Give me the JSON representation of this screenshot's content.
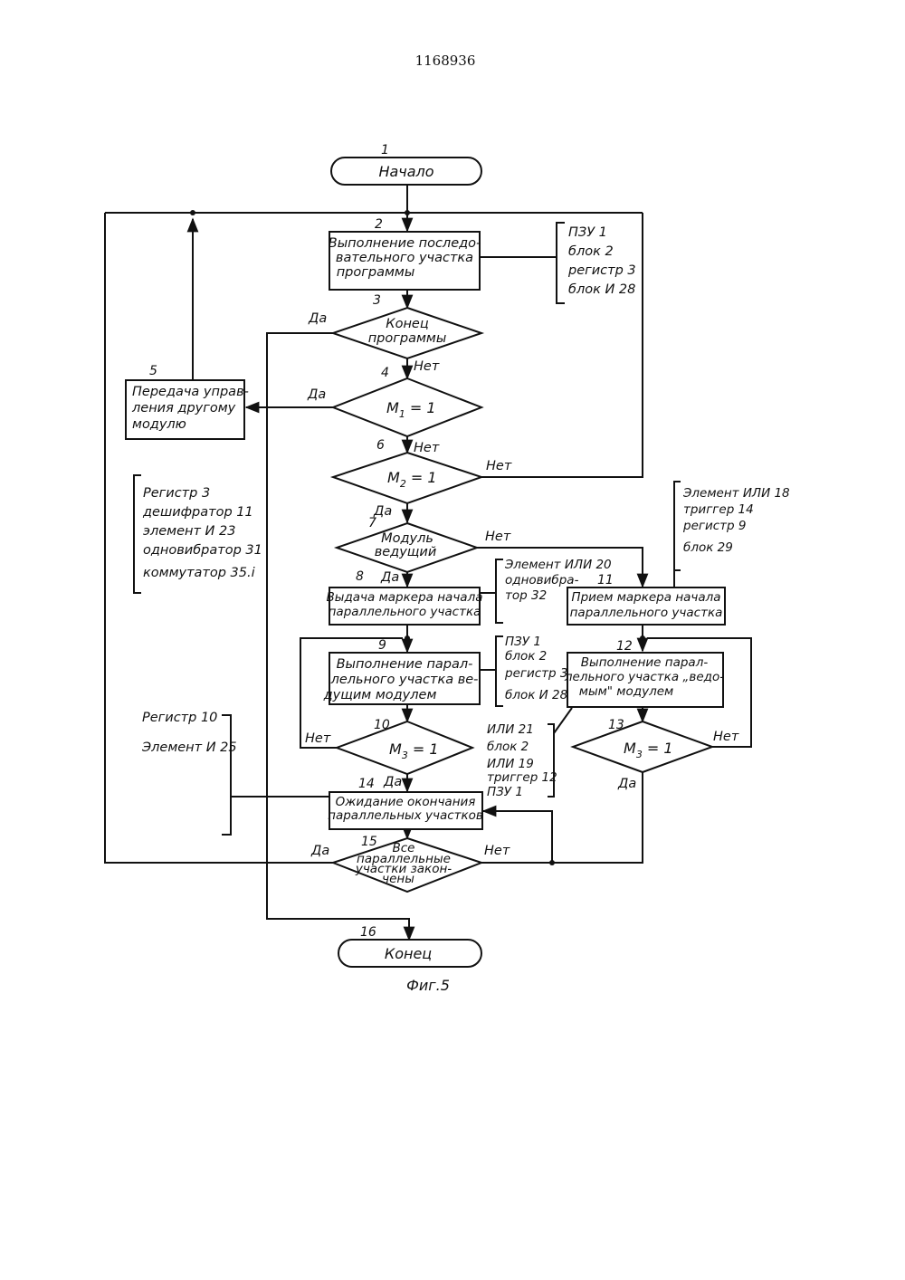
{
  "header": {
    "patent_number": "1168936"
  },
  "caption": "Фиг.5",
  "blocks": {
    "b1": {
      "num": "1",
      "lines": [
        "Начало"
      ]
    },
    "b2": {
      "num": "2",
      "lines": [
        "Выполнение последо-",
        "вательного участка",
        "программы"
      ]
    },
    "b3": {
      "num": "3",
      "lines": [
        "Конец",
        "программы"
      ]
    },
    "b4": {
      "num": "4",
      "lines": [
        "M",
        "1",
        " = 1"
      ]
    },
    "b5": {
      "num": "5",
      "lines": [
        "Передача управ-",
        "ления другому",
        "модулю"
      ]
    },
    "b6": {
      "num": "6",
      "lines": [
        "M",
        "2",
        " = 1"
      ]
    },
    "b7": {
      "num": "7",
      "lines": [
        "Модуль",
        "ведущий"
      ]
    },
    "b8": {
      "num": "8",
      "lines": [
        "Выдача маркера начала",
        "параллельного участка"
      ]
    },
    "b9": {
      "num": "9",
      "lines": [
        "Выполнение парал-",
        "лельного участка ве-",
        "дущим модулем"
      ]
    },
    "b10": {
      "num": "10",
      "lines": [
        "M",
        "3",
        " = 1"
      ]
    },
    "b11": {
      "num": "11",
      "lines": [
        "Прием маркера начала",
        "параллельного участка"
      ]
    },
    "b12": {
      "num": "12",
      "lines": [
        "Выполнение парал-",
        "лельного участка „ведо-",
        "мым\" модулем"
      ]
    },
    "b13": {
      "num": "13",
      "lines": [
        "M",
        "3",
        " = 1"
      ]
    },
    "b14": {
      "num": "14",
      "lines": [
        "Ожидание окончания",
        "параллельных участков"
      ]
    },
    "b15": {
      "num": "15",
      "lines": [
        "Все",
        "параллельные",
        "участки закон-",
        "чены"
      ]
    },
    "b16": {
      "num": "16",
      "lines": [
        "Конец"
      ]
    }
  },
  "labels": {
    "yes": "Да",
    "no": "Нет"
  },
  "annotations": {
    "a2": [
      "ПЗУ 1",
      "блок 2",
      "регистр 3",
      "блок И 28"
    ],
    "a5": [
      "Регистр 3",
      "дешифратор 11",
      "элемент И 23",
      "одновибратор 31",
      "коммутатор 35.i"
    ],
    "a8": [
      "Элемент ИЛИ 20",
      "одновибра-",
      "тор 32"
    ],
    "a9": [
      "ПЗУ 1",
      "блок 2",
      "регистр 3",
      "блок И 28"
    ],
    "a11": [
      "Элемент ИЛИ 18",
      "триггер 14",
      "регистр 9",
      "блок 29"
    ],
    "a12": [
      "ИЛИ 21",
      "блок 2",
      "ИЛИ 19",
      "триггер 12",
      "ПЗУ 1"
    ],
    "a14": [
      "Регистр 10",
      "Элемент И 25"
    ]
  }
}
